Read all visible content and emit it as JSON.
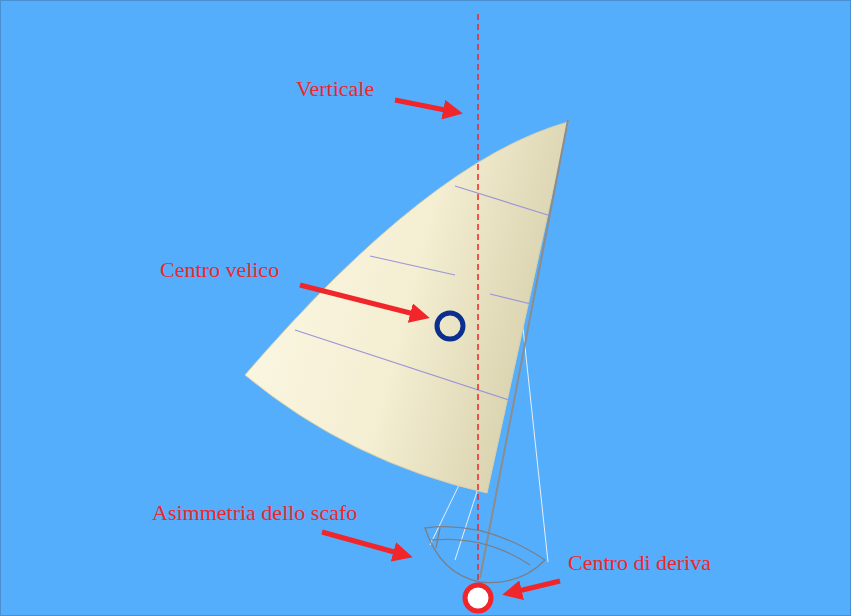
{
  "diagram": {
    "labels": [
      "Verticale",
      "Centro velico",
      "Asimmetria dello scafo",
      "Centro di deriva"
    ]
  }
}
